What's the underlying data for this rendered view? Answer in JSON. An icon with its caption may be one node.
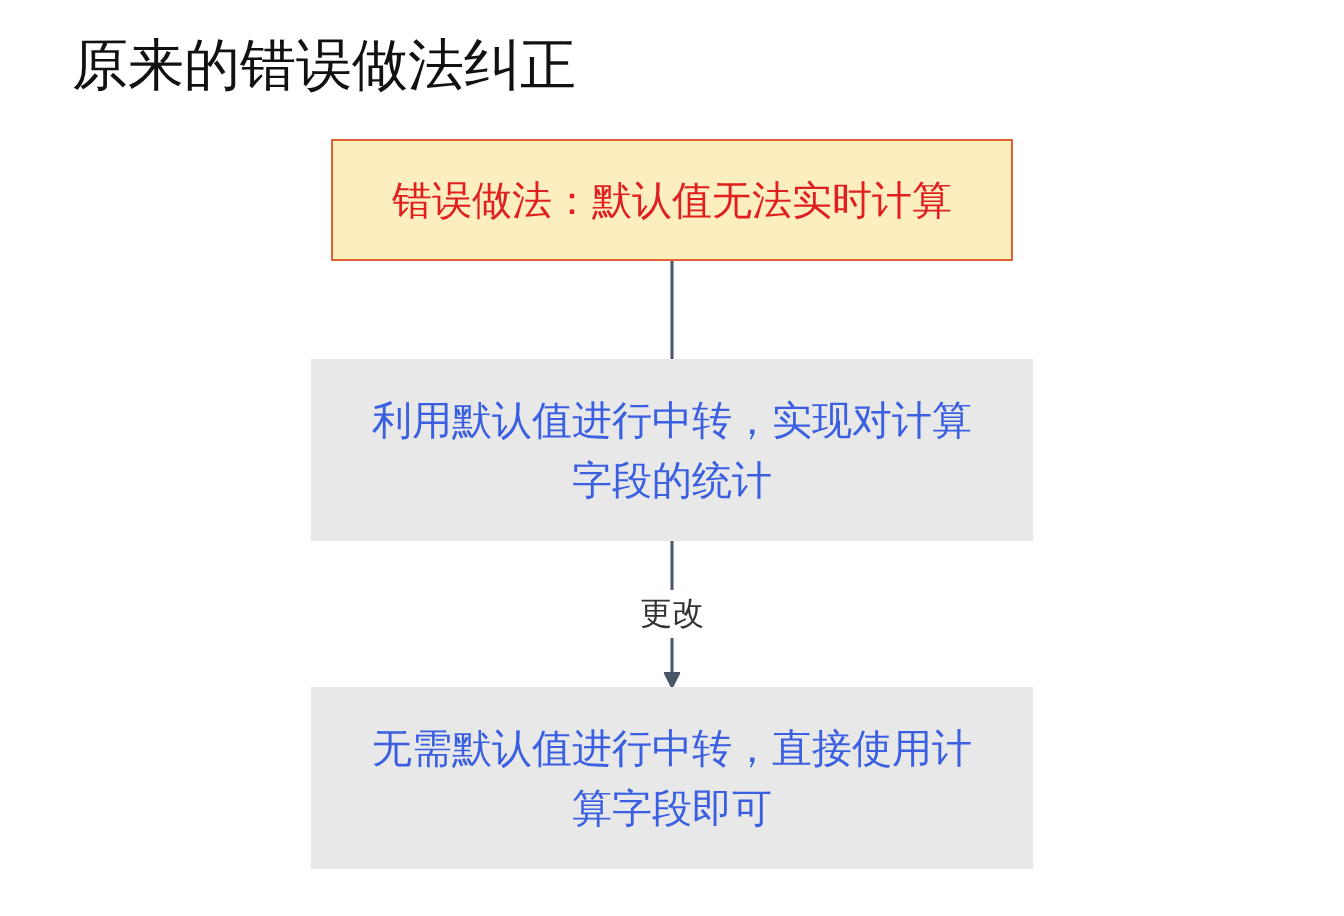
{
  "diagram": {
    "title": "原来的错误做法纠正",
    "nodes": [
      {
        "text": [
          "利用默认值进行中转，实现对计算字段的统计"
        ]
      },
      {
        "text": [
          "无需默认值进行中转，直接使用计算字段即可"
        ]
      },
      {
        "text": [
          "错误做法：默认值无法实时计算"
        ]
      }
    ],
    "edges": [
      {
        "from": 0,
        "to": 1,
        "arrow": "to",
        "label": "更改"
      },
      {
        "from": 2,
        "to": 0,
        "arrow": "none"
      }
    ]
  }
}
